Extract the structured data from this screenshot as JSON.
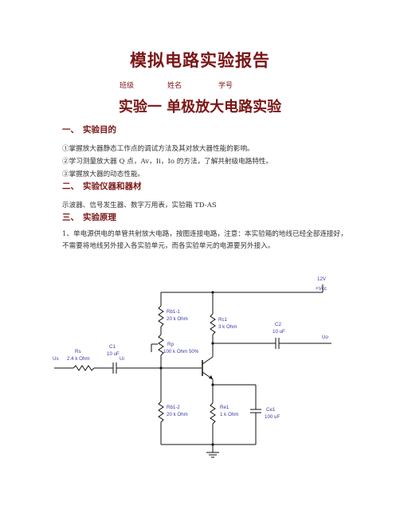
{
  "header": {
    "title": "模拟电路实验报告",
    "class_label": "班级",
    "name_label": "姓名",
    "id_label": "学号"
  },
  "experiment_title": "实验一  单极放大电路实验",
  "sections": [
    {
      "num": "一、",
      "title": "实验目的",
      "items": [
        "①掌握放大器静态工作点的调试方法及其对放大器性能的影响。",
        "②学习测量放大器 Q 点，Av，Ii，Io 的方法，了解共射级电路特性。",
        "③掌握放大器的动态性能。"
      ]
    },
    {
      "num": "二、",
      "title": "实验仪器和器材",
      "items": [
        "示波器、信号发生器、数字万用表，实验箱 TD-AS"
      ]
    },
    {
      "num": "三、",
      "title": "实验原理",
      "items": [
        "1、单电源供电的单管共射放大电路，按图连接电路，注意：本实验箱的地线已经全部连接好，不需要将地线另外接入各实验单元，而各实验单元的电源要另外接入。"
      ]
    }
  ],
  "circuit": {
    "vcc_value": "12V",
    "vcc_label": "+Vcc",
    "rb1_1": {
      "name": "Rb1-1",
      "value": "20 k Ohm"
    },
    "rc1": {
      "name": "Rc1",
      "value": "3 k Ohm"
    },
    "c2": {
      "name": "C2",
      "value": "10 uF"
    },
    "uo": "Uo",
    "rp": {
      "name": "Rp",
      "value": "100 k Ohm 50%"
    },
    "rs": {
      "name": "Rs",
      "value": "2.4 k Ohm"
    },
    "us": "Us",
    "c1": {
      "name": "C1",
      "value": "10 uF"
    },
    "ui": "Ui",
    "rb1_2": {
      "name": "Rb1-2",
      "value": "20 k Ohm"
    },
    "re1": {
      "name": "Re1",
      "value": "1 k Ohm"
    },
    "ce1": {
      "name": "Ce1",
      "value": "100 uF"
    }
  }
}
